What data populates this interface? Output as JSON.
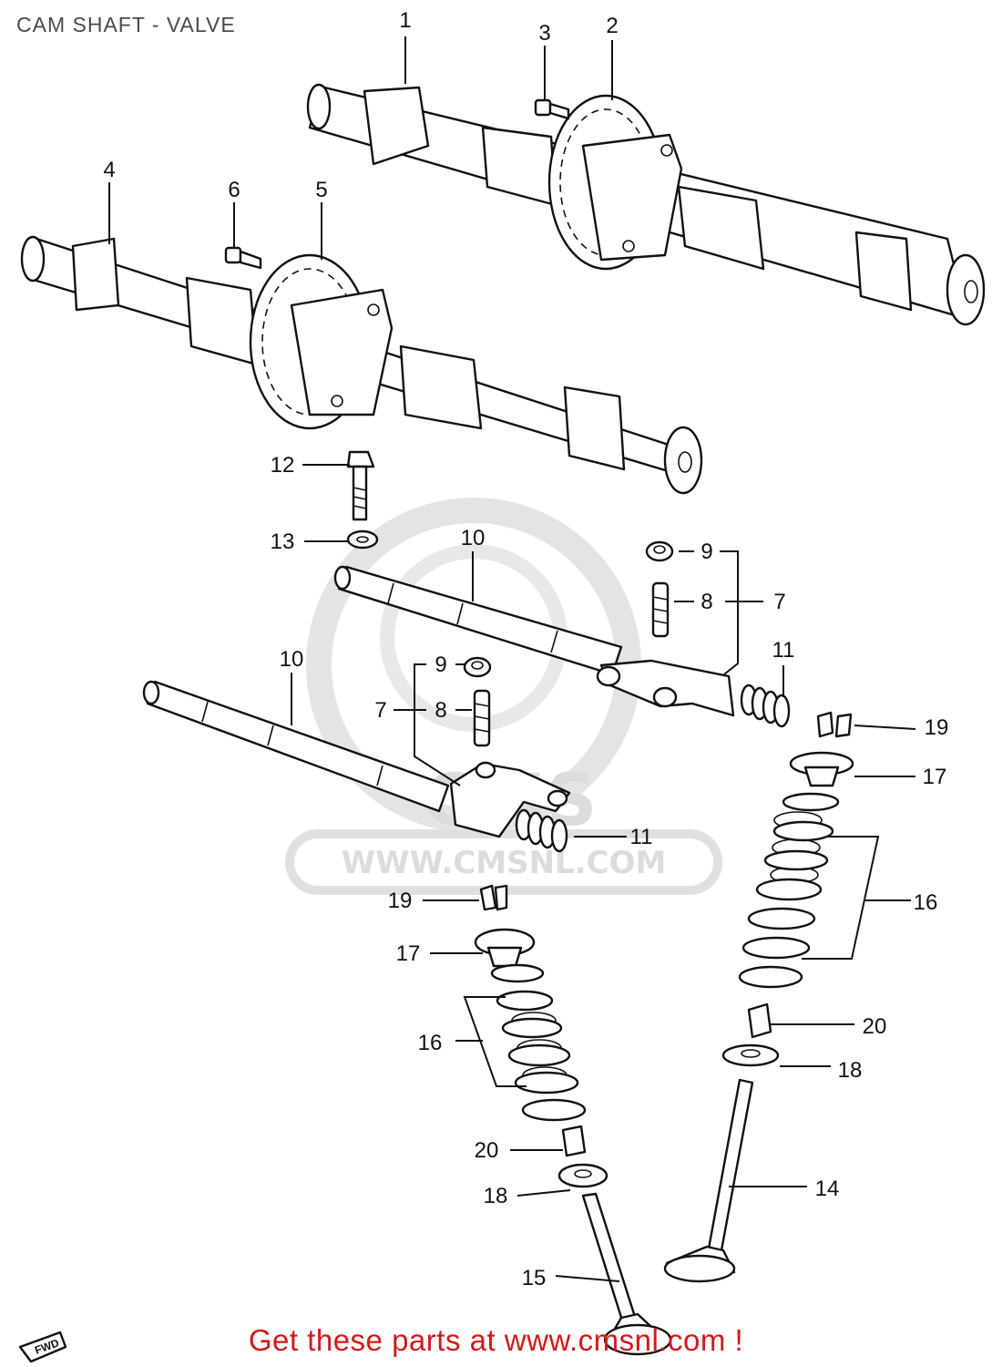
{
  "page": {
    "title": "CAM SHAFT - VALVE",
    "footer_link_text": "Get these parts at www.cmsnl.com !"
  },
  "watermark": {
    "brand": "CMS",
    "url": "WWW.CMSNL.COM",
    "color": "#dcdcdc"
  },
  "fwd_marker": "FWD",
  "callouts": [
    {
      "id": "c1",
      "number": "1"
    },
    {
      "id": "c2",
      "number": "2"
    },
    {
      "id": "c3",
      "number": "3"
    },
    {
      "id": "c4",
      "number": "4"
    },
    {
      "id": "c5",
      "number": "5"
    },
    {
      "id": "c6",
      "number": "6"
    },
    {
      "id": "c7a",
      "number": "7"
    },
    {
      "id": "c7b",
      "number": "7"
    },
    {
      "id": "c8a",
      "number": "8"
    },
    {
      "id": "c8b",
      "number": "8"
    },
    {
      "id": "c9a",
      "number": "9"
    },
    {
      "id": "c9b",
      "number": "9"
    },
    {
      "id": "c10a",
      "number": "10"
    },
    {
      "id": "c10b",
      "number": "10"
    },
    {
      "id": "c11a",
      "number": "11"
    },
    {
      "id": "c11b",
      "number": "11"
    },
    {
      "id": "c12",
      "number": "12"
    },
    {
      "id": "c13",
      "number": "13"
    },
    {
      "id": "c14",
      "number": "14"
    },
    {
      "id": "c15",
      "number": "15"
    },
    {
      "id": "c16a",
      "number": "16"
    },
    {
      "id": "c16b",
      "number": "16"
    },
    {
      "id": "c17a",
      "number": "17"
    },
    {
      "id": "c17b",
      "number": "17"
    },
    {
      "id": "c18a",
      "number": "18"
    },
    {
      "id": "c18b",
      "number": "18"
    },
    {
      "id": "c19a",
      "number": "19"
    },
    {
      "id": "c19b",
      "number": "19"
    },
    {
      "id": "c20a",
      "number": "20"
    },
    {
      "id": "c20b",
      "number": "20"
    }
  ],
  "colors": {
    "line": "#111111",
    "title": "#4a4a4a",
    "footer_link": "#d11a1a",
    "background": "#ffffff"
  }
}
